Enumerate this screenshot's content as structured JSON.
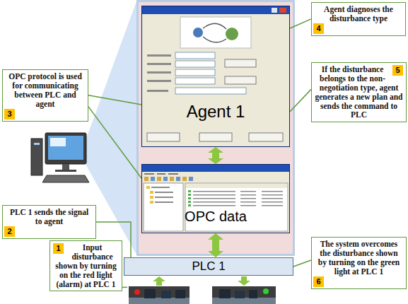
{
  "diagram": {
    "nodes": [
      {
        "text": [
          "Agent diagnoses the disturbance type",
          "4"
        ]
      },
      {
        "text": [
          "Agent 1"
        ]
      },
      {
        "text": [
          "If the disturbance belongs to the non-negotiation type, agent generates a new plan and sends the command to PLC",
          "5"
        ]
      },
      {
        "text": [
          "OPC protocol is used for communicating between PLC and agent",
          "3"
        ]
      },
      {
        "text": [
          "OPC data"
        ]
      },
      {
        "text": [
          "PLC 1 sends the signal to agent",
          "2"
        ]
      },
      {
        "text": [
          "The system overcomes the disturbance shown by turning on the green light at PLC 1",
          "6"
        ]
      },
      {
        "text": [
          "Input disturbance shown by turning on the red light (alarm) at PLC 1",
          "1"
        ]
      },
      {
        "text": [
          "PLC 1"
        ]
      }
    ],
    "edges": [
      {
        "from": 1,
        "to": 4,
        "arrow": "both"
      },
      {
        "from": 4,
        "to": 8,
        "arrow": "both"
      },
      {
        "from": 0,
        "to": 1,
        "arrow": "none"
      },
      {
        "from": 2,
        "to": 1,
        "arrow": "none"
      },
      {
        "from": 3,
        "to": 1,
        "arrow": "none"
      },
      {
        "from": 3,
        "to": 4,
        "arrow": "none"
      },
      {
        "from": 5,
        "to": 8,
        "arrow": "none"
      },
      {
        "from": 6,
        "to": 8,
        "arrow": "none"
      }
    ]
  }
}
